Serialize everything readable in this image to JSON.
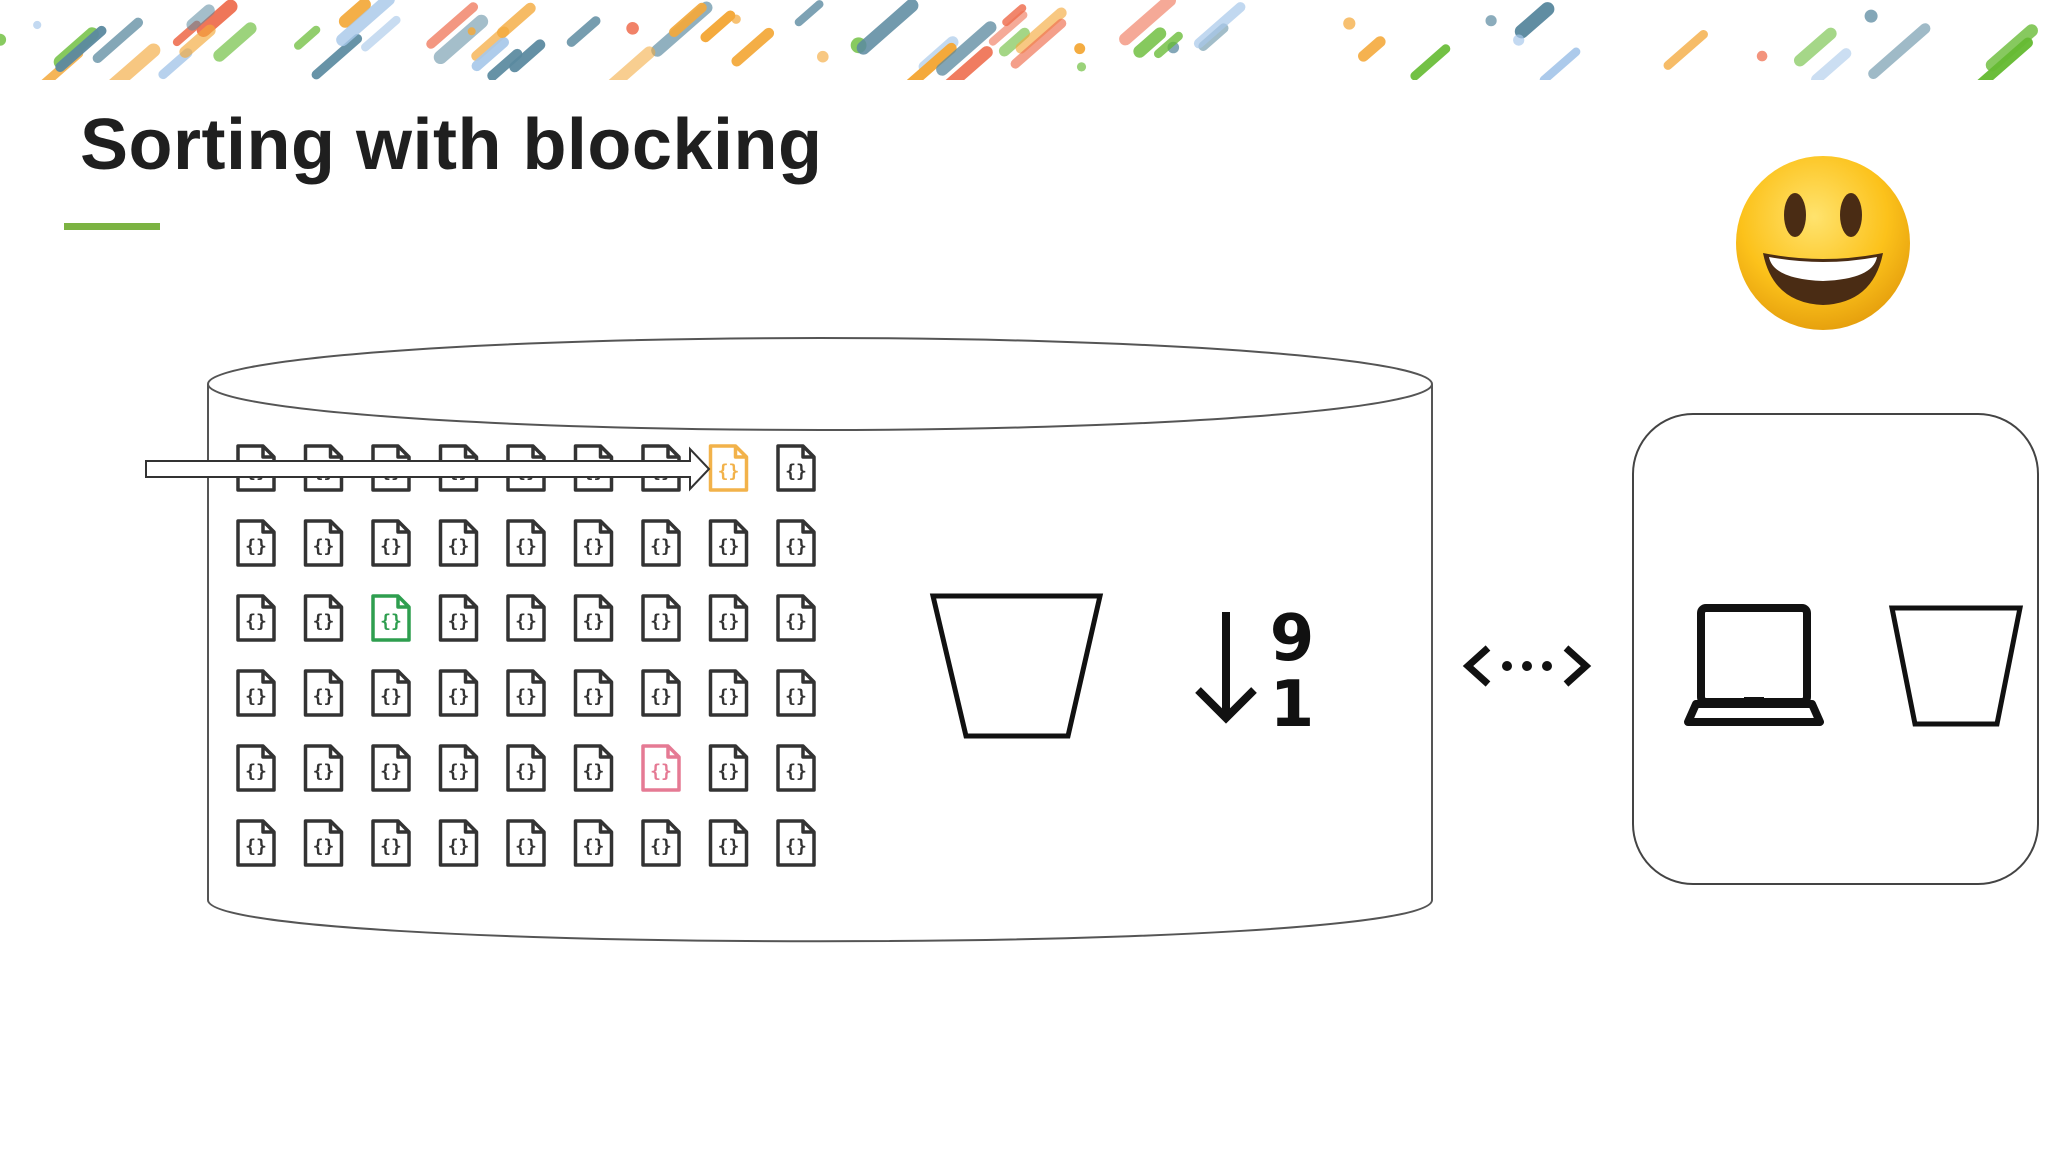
{
  "slide": {
    "title": "Sorting with blocking"
  },
  "colors": {
    "accent": "#7cb342",
    "doc_default": "#333333",
    "doc_scanned": "#f2b24a",
    "doc_match": "#2e9e4f",
    "doc_highlight": "#e57a94",
    "stripe_palette": [
      "#f4a93b",
      "#66bb33",
      "#ef6e4f",
      "#5b8aa0",
      "#a8c8ea"
    ]
  },
  "icons": {
    "database": "cylinder-icon",
    "document": "json-document-icon",
    "scan_arrow": "scan-arrow-icon",
    "bucket": "bucket-icon",
    "sort": "sort-descending-icon",
    "transfer": "bidirectional-arrow-icon",
    "client": "laptop-icon",
    "client_bucket": "bucket-icon",
    "reaction": "smiley-face-icon"
  },
  "document_grid": {
    "rows": 6,
    "cols": 9,
    "document_label": "{}",
    "scanned": {
      "row": 0,
      "col": 7
    },
    "match": {
      "row": 2,
      "col": 2
    },
    "highlight": {
      "row": 4,
      "col": 6
    }
  },
  "sort_digits": {
    "top": "9",
    "bottom": "1"
  }
}
